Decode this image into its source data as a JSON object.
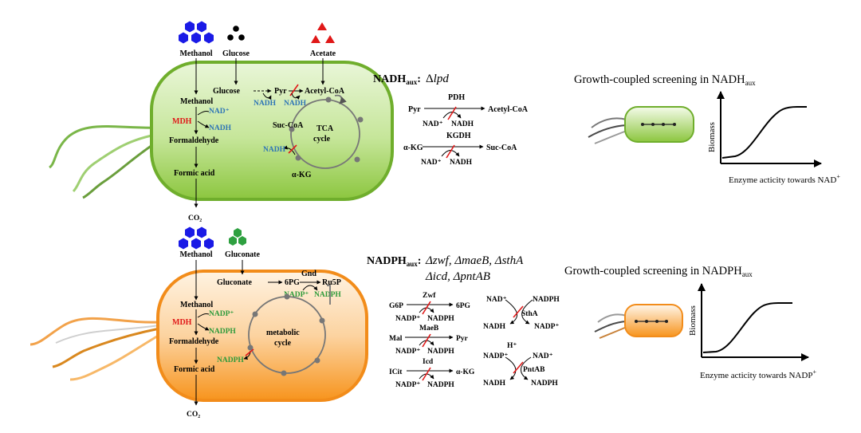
{
  "top": {
    "substrates": {
      "methanol": "Methanol",
      "glucose": "Glucose",
      "acetate": "Acetate"
    },
    "cell": {
      "glucose": "Glucose",
      "pyr": "Pyr",
      "acetyl_coa": "Acetyl-CoA",
      "nadh_a": "NADH",
      "nadh_b": "NADH",
      "methanol": "Methanol",
      "nad_plus": "NAD⁺",
      "mdh": "MDH",
      "nadh_c": "NADH",
      "formaldehyde": "Formaldehyde",
      "formic_acid": "Formic acid",
      "suc_coa": "Suc-CoA",
      "tca": "TCA",
      "cycle": "cycle",
      "akg": "α-KG",
      "nadh_d": "NADH"
    },
    "co2": "CO₂",
    "genotype_label": "NADH",
    "genotype_sub": "aux",
    "genotype_colon": ":",
    "genotype_delta": "Δ",
    "genotype_gene": "lpd",
    "reactions": [
      {
        "enzyme": "PDH",
        "substrate": "Pyr",
        "product": "Acetyl-CoA",
        "cofactor_in": "NAD⁺",
        "cofactor_out": "NADH"
      },
      {
        "enzyme": "KGDH",
        "substrate": "α-KG",
        "product": "Suc-CoA",
        "cofactor_in": "NAD⁺",
        "cofactor_out": "NADH"
      }
    ],
    "screen_title": "Growth-coupled screening in NADH",
    "screen_sub": "aux",
    "ylabel": "Biomass",
    "xlabel": "Enzyme acticity towards NAD",
    "xlabel_sup": "+"
  },
  "bottom": {
    "substrates": {
      "methanol": "Methanol",
      "gluconate": "Gluconate"
    },
    "cell": {
      "gluconate": "Gluconate",
      "six_pg": "6PG",
      "gnd": "Gnd",
      "ru5p": "Ru5P",
      "nadp_plus": "NADP⁺",
      "nadph": "NADPH",
      "methanol": "Methanol",
      "nadp_plus_b": "NADP⁺",
      "mdh": "MDH",
      "nadph_b": "NADPH",
      "formaldehyde": "Formaldehyde",
      "formic_acid": "Formic acid",
      "metabolic": "metabolic",
      "cycle": "cycle",
      "nadph_c": "NADPH"
    },
    "co2": "CO₂",
    "genotype_label": "NADPH",
    "genotype_sub": "aux",
    "genotype_colon": ":",
    "genotype_line1": "Δzwf, ΔmaeB, ΔsthA",
    "genotype_line2": "Δicd, ΔpntAB",
    "reactions": [
      {
        "enzyme": "Zwf",
        "substrate": "G6P",
        "product": "6PG",
        "cofactor_in": "NADP⁺",
        "cofactor_out": "NADPH"
      },
      {
        "enzyme": "MaeB",
        "substrate": "Mal",
        "product": "Pyr",
        "cofactor_in": "NADP⁺",
        "cofactor_out": "NADPH"
      },
      {
        "enzyme": "Icd",
        "substrate": "ICit",
        "product": "α-KG",
        "cofactor_in": "NADP⁺",
        "cofactor_out": "NADPH"
      }
    ],
    "sth": {
      "enzyme": "SthA",
      "nad_plus": "NAD⁺",
      "nadph": "NADPH",
      "nadh": "NADH",
      "nadp_plus": "NADP⁺"
    },
    "pnt": {
      "enzyme": "PntAB",
      "h_plus": "H⁺",
      "nadp_plus": "NADP⁺",
      "nad_plus": "NAD⁺",
      "nadh": "NADH",
      "nadph": "NADPH"
    },
    "screen_title": "Growth-coupled screening in NADPH",
    "screen_sub": "aux",
    "ylabel": "Biomass",
    "xlabel": "Enzyme acticity towards NADP",
    "xlabel_sup": "+"
  },
  "colors": {
    "methanol": "#1a1ae6",
    "glucose": "#000000",
    "acetate": "#e01818",
    "gluconate": "#2ea040",
    "knockout": "#e01818",
    "green_cell": "#8cc63f",
    "orange_cell": "#f7941d",
    "nadh_blue": "#2e75b6",
    "nadph_green": "#2e9a3a"
  }
}
